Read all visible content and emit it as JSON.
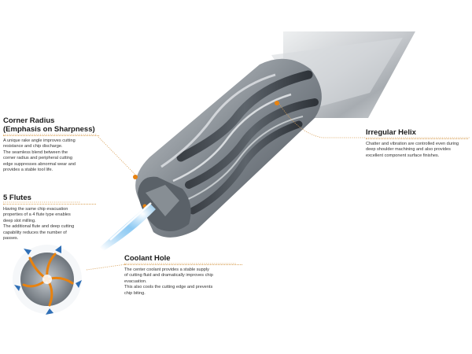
{
  "callouts": {
    "corner_radius": {
      "title": "Corner Radius",
      "subtitle": "(Emphasis on Sharpness)",
      "lines": [
        "A unique rake angle improves cutting",
        "resistance and chip discharge.",
        "The seamless blend between the",
        "corner radius and peripheral cutting",
        "edge suppresses abnormal wear and",
        "provides a stable tool life."
      ]
    },
    "flutes": {
      "title": "5 Flutes",
      "lines": [
        "Having the same chip evacuation",
        "properties of a 4 flute type enables",
        "deep slot milling.",
        "The additional flute and deep cutting",
        "capability reduces the number of",
        "passes."
      ]
    },
    "coolant_hole": {
      "title": "Coolant Hole",
      "lines": [
        "The center coolant provides a stable supply",
        "of cutting fluid and dramatically improves chip",
        "evacuation.",
        "This also cools the cutting edge and prevents",
        "chip biting."
      ]
    },
    "irregular_helix": {
      "title": "Irregular Helix",
      "lines": [
        "Chatter and vibration are controlled even during",
        "deep shoulder machining and also provides",
        "excellent component surface finishes."
      ]
    }
  },
  "colors": {
    "accent_orange": "#e8820f",
    "coolant_blue": "#4aa8e8",
    "steel": "#8e959c",
    "leader_line": "#d9a25a"
  },
  "icons": {
    "tool_image": "end-mill-illustration",
    "cross_section": "five-flute-cross-section-icon"
  }
}
